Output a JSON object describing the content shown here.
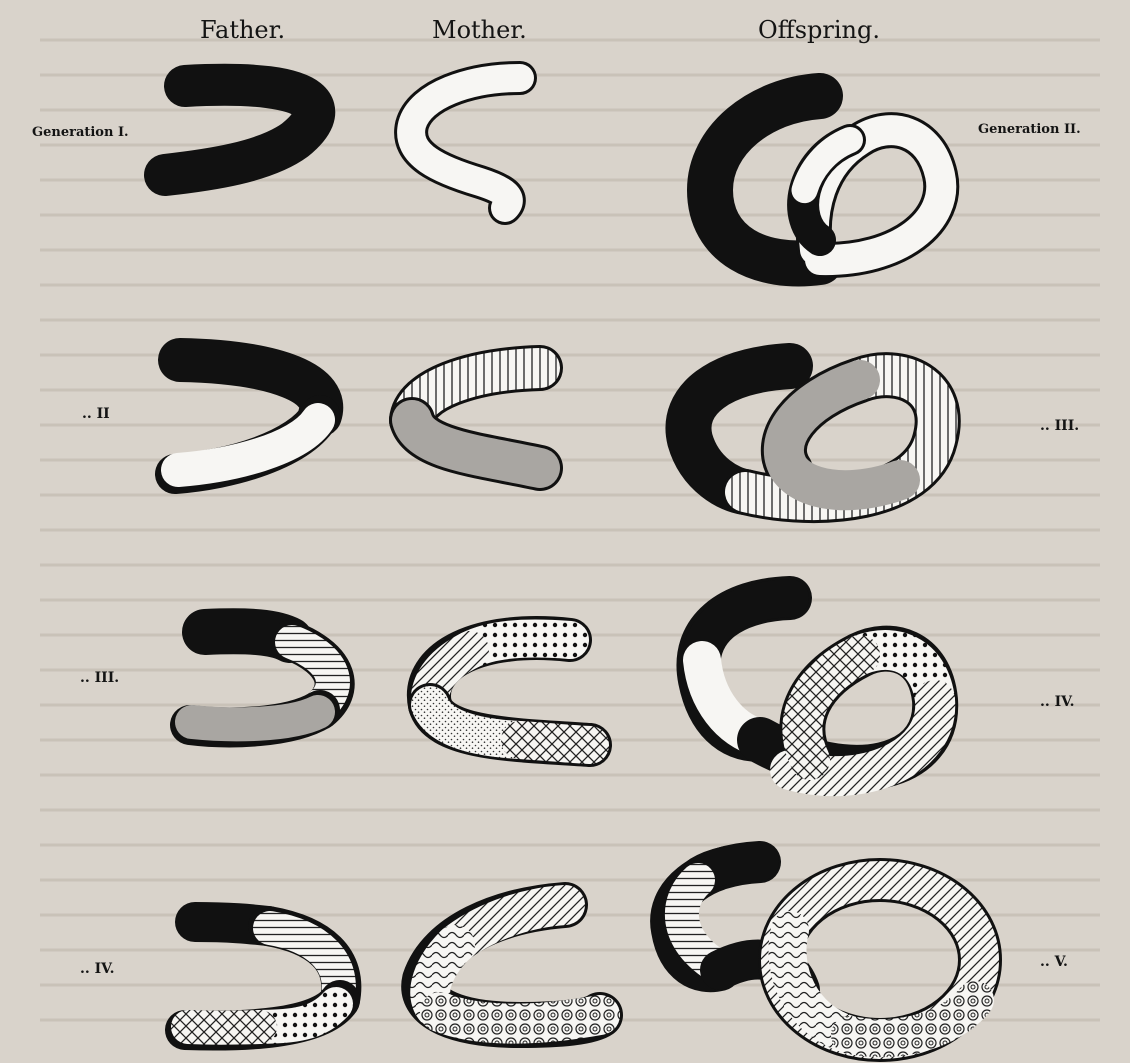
{
  "headers": {
    "father": "Father.",
    "mother": "Mother.",
    "offspring": "Offspring."
  },
  "labels": {
    "gen_1": "Generation I.",
    "gen_2": "Generation II.",
    "row_2": "..  II",
    "row_3": "..  III.",
    "row_4": "..  IV.",
    "off_3": "..  III.",
    "off_4": "..  IV.",
    "off_5": "..  V."
  },
  "colors": {
    "paper": "#d9d3cb",
    "ink": "#111111",
    "grey": "#a9a6a2",
    "white": "#f7f6f3"
  }
}
